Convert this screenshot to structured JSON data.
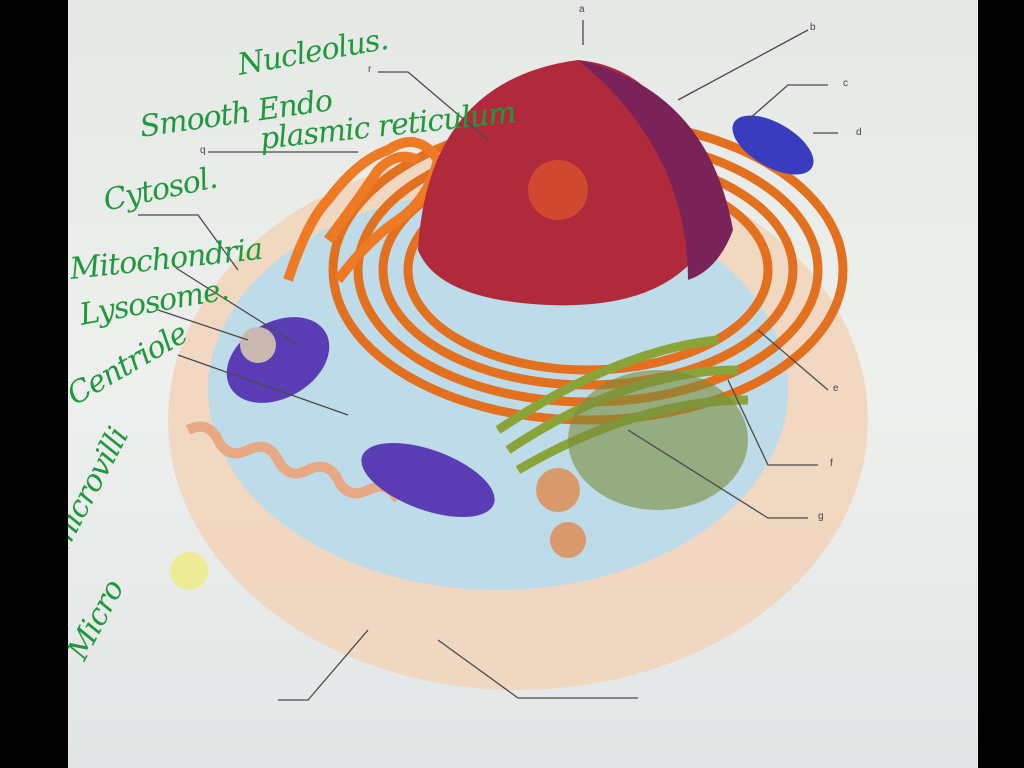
{
  "handwritten_labels": {
    "nucleolus": "Nucleolus.",
    "smooth_er_1": "Smooth Endo",
    "smooth_er_2": "plasmic reticulum",
    "cytosol": "Cytosol.",
    "mitochondria": "Mitochondria",
    "lysosome": "Lysosome.",
    "centriole": "Centriole",
    "microvilli": "microvilli",
    "micro": "Micro"
  },
  "letter_labels": {
    "a": "a",
    "b": "b",
    "c": "c",
    "d": "d",
    "e": "e",
    "f": "f",
    "g": "g",
    "q": "q",
    "r": "r"
  },
  "colors": {
    "annotation": "#1e9a3c",
    "nucleus": "#b8283a",
    "er": "#e0681c",
    "golgi": "#7a9a30",
    "mitochondria": "#5a3cb0",
    "cytoplasm": "#a8d4ec",
    "membrane": "#f0c8a8"
  }
}
